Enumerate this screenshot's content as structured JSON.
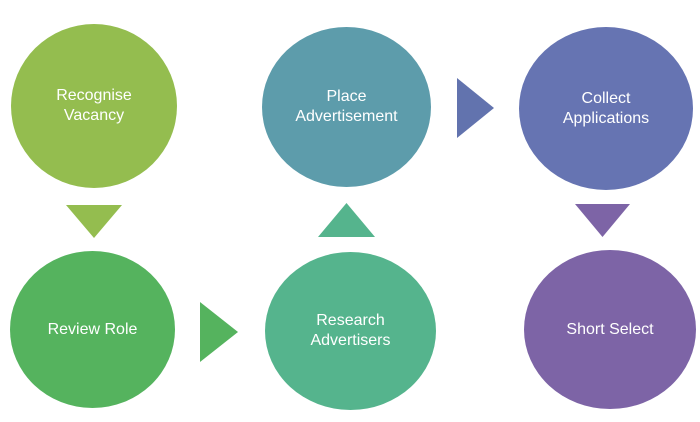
{
  "diagram": {
    "title": "recruitment-process-cycle",
    "background_color": "#ffffff",
    "text_color": "#ffffff",
    "nodes": [
      {
        "id": "recognise-vacancy",
        "label": "Recognise Vacancy",
        "color": "#94bd4f"
      },
      {
        "id": "place-advertisement",
        "label": "Place Advertisement",
        "color": "#5d9cab"
      },
      {
        "id": "collect-applications",
        "label": "Collect Applications",
        "color": "#6674b2"
      },
      {
        "id": "review-role",
        "label": "Review Role",
        "color": "#55b35e"
      },
      {
        "id": "research-advertisers",
        "label": "Research Advertisers",
        "color": "#55b48d"
      },
      {
        "id": "short-select",
        "label": "Short Select",
        "color": "#7d64a6"
      }
    ],
    "arrows": [
      {
        "id": "arrow-recognise-to-review",
        "from": "Recognise Vacancy",
        "to": "Review Role",
        "direction": "down",
        "color": "#94bd4f"
      },
      {
        "id": "arrow-review-to-research",
        "from": "Review Role",
        "to": "Research Advertisers",
        "direction": "right",
        "color": "#55b35e"
      },
      {
        "id": "arrow-research-to-place",
        "from": "Research Advertisers",
        "to": "Place Advertisement",
        "direction": "up",
        "color": "#55b48d"
      },
      {
        "id": "arrow-place-to-collect",
        "from": "Place Advertisement",
        "to": "Collect Applications",
        "direction": "right",
        "color": "#6273ae"
      },
      {
        "id": "arrow-collect-to-short",
        "from": "Collect Applications",
        "to": "Short Select",
        "direction": "down",
        "color": "#7d64a6"
      }
    ]
  }
}
